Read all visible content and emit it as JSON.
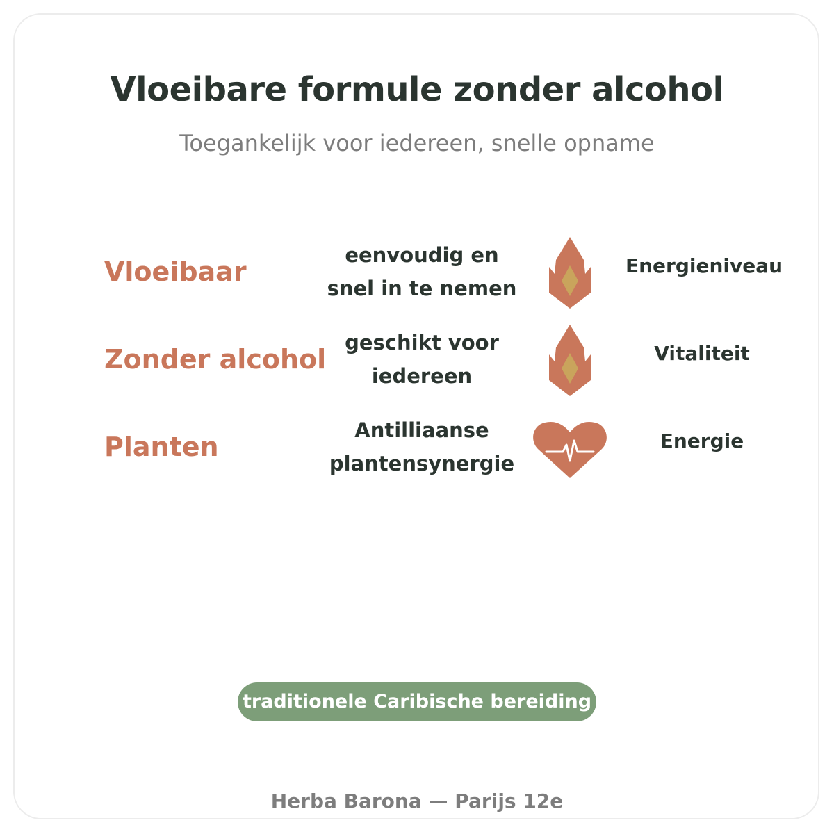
{
  "header": {
    "title": "Vloeibare formule zonder alcohol",
    "subtitle": "Toegankelijk voor iedereen, snelle opname"
  },
  "features": [
    {
      "label": "Vloeibaar",
      "desc_line1": "eenvoudig en",
      "desc_line2": "snel in te nemen",
      "icon": "flame-icon",
      "benefit": "Energieniveau"
    },
    {
      "label": "Zonder alcohol",
      "desc_line1": "geschikt voor",
      "desc_line2": "iedereen",
      "icon": "flame-icon",
      "benefit": "Vitaliteit"
    },
    {
      "label": "Planten",
      "desc_line1": "Antilliaanse",
      "desc_line2": "plantensynergie",
      "icon": "heart-pulse-icon",
      "benefit": "Energie"
    }
  ],
  "badge": {
    "label": "traditionele Caribische bereiding"
  },
  "footer": {
    "text": "Herba Barona — Parijs 12e"
  },
  "colors": {
    "accent": "#c9775b",
    "flame_inner": "#c9a45c",
    "badge": "#7d9e79",
    "text_dark": "#2b3530",
    "text_muted": "#7d7d7d"
  }
}
